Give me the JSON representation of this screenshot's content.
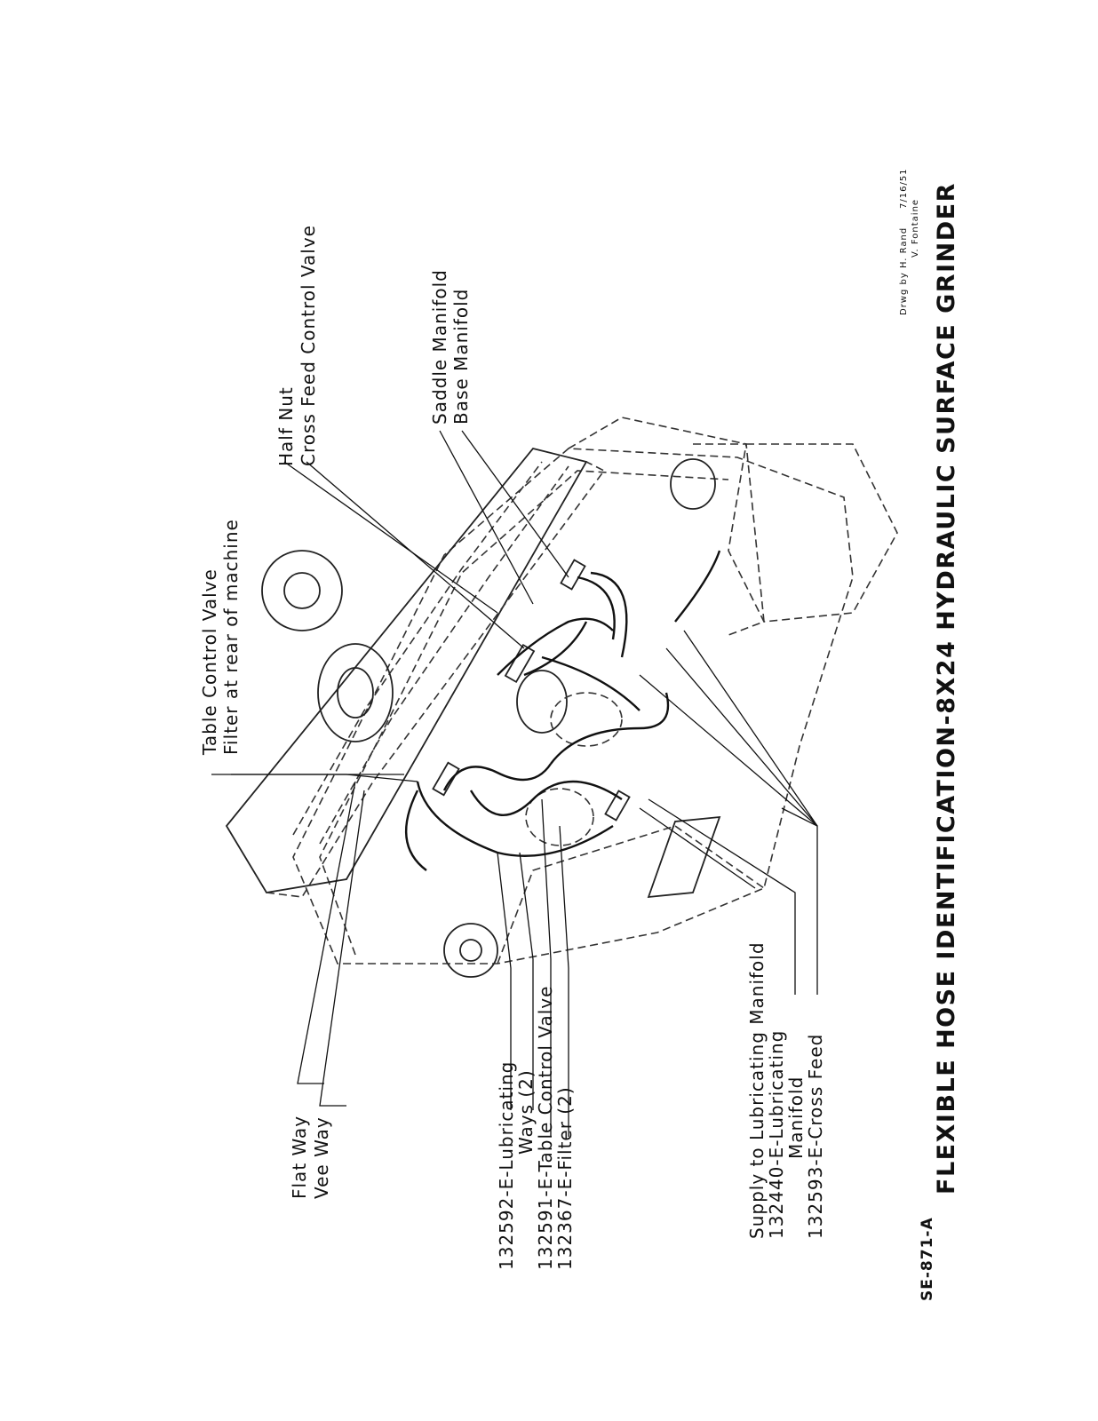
{
  "title": "FLEXIBLE HOSE IDENTIFICATION-8X24 HYDRAULIC SURFACE GRINDER",
  "drawing_number": "SE-871-A",
  "credits": {
    "drawn_by": "Drwg by H. Rand",
    "checked_by": "V. Fontaine",
    "date": "7/16/51"
  },
  "labels": [
    {
      "id": "flat-way",
      "text": "Flat Way"
    },
    {
      "id": "vee-way",
      "text": "Vee Way"
    },
    {
      "id": "hose-132592-line1",
      "text": "132592-E-Lubricating"
    },
    {
      "id": "hose-132592-line2",
      "text": "Ways (2)"
    },
    {
      "id": "hose-132591",
      "text": "132591-E-Table Control Valve"
    },
    {
      "id": "hose-132367",
      "text": "132367-E-Filter (2)"
    },
    {
      "id": "supply-lubricating-manifold",
      "text": "Supply to Lubricating Manifold"
    },
    {
      "id": "hose-132440-line1",
      "text": "132440-E-Lubricating"
    },
    {
      "id": "hose-132440-line2",
      "text": "Manifold"
    },
    {
      "id": "hose-132593",
      "text": "132593-E-Cross Feed"
    },
    {
      "id": "table-control-valve",
      "text": "Table Control Valve"
    },
    {
      "id": "filter-rear",
      "text": "Filter at rear of machine"
    },
    {
      "id": "half-nut",
      "text": "Half Nut"
    },
    {
      "id": "cross-feed-control-valve",
      "text": "Cross Feed Control Valve"
    },
    {
      "id": "saddle-manifold",
      "text": "Saddle Manifold"
    },
    {
      "id": "base-manifold",
      "text": "Base Manifold"
    }
  ]
}
